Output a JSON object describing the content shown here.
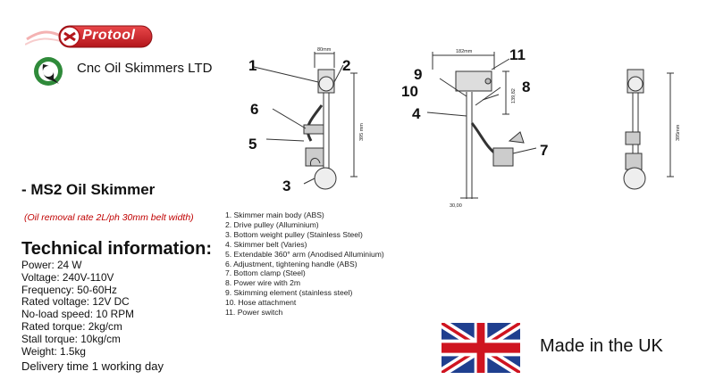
{
  "header": {
    "brand_logo": "Protool",
    "company_name": "Cnc Oil Skimmers LTD"
  },
  "product": {
    "title": "- MS2 Oil Skimmer",
    "subtitle": "(Oil removal rate 2L/ph 30mm belt width)"
  },
  "technical": {
    "heading": "Technical information:",
    "specs": [
      "Power: 24 W",
      "Voltage: 240V-110V",
      "Frequency: 50-60Hz",
      "Rated voltage: 12V DC",
      "No-load speed: 10 RPM",
      "Rated torque: 2kg/cm",
      "Stall torque: 10kg/cm",
      "Weight: 1.5kg"
    ]
  },
  "delivery": "Delivery time 1 working day",
  "parts": [
    "1.      Skimmer main body (ABS)",
    "2.      Drive pulley (Alluminium)",
    "3.      Bottom weight pulley (Stainless Steel)",
    "4.      Skimmer belt (Varies)",
    "5.      Extendable  360° arm (Anodised Alluminium)",
    "6.      Adjustment,  tightening handle (ABS)",
    "7.      Bottom clamp (Steel)",
    "8.      Power wire with 2m",
    "9.      Skimming element (stainless steel)",
    "10.  Hose attachment",
    "11.  Power switch"
  ],
  "made_in": "Made in the UK",
  "flag_icon": "union-jack-flag-icon",
  "drawing": {
    "callouts": [
      "1",
      "2",
      "3",
      "4",
      "5",
      "6",
      "7",
      "8",
      "9",
      "10",
      "11"
    ],
    "dimensions": {
      "top_width": "80mm",
      "height_left": "395 mm",
      "width_center": "182mm",
      "height_center": "139,82",
      "bottom": "30,00",
      "height_right": "395mm"
    }
  },
  "colors": {
    "accent_red": "#c00000",
    "protool_red": "#d8262b",
    "flag_blue": "#1f3f8f",
    "flag_red": "#cf1420",
    "logo_green": "#2f8a3a"
  }
}
